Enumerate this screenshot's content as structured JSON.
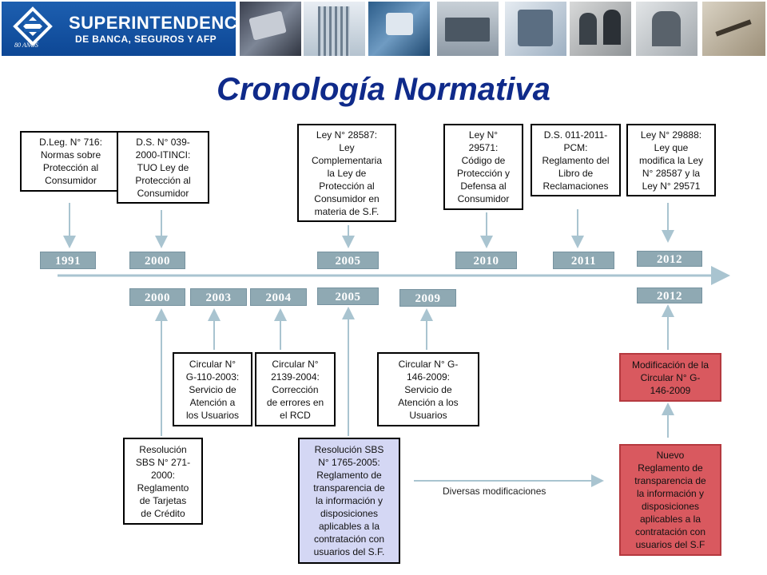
{
  "header": {
    "logo_line1": "SUPERINTENDENCIA",
    "logo_line2": "DE BANCA, SEGUROS Y AFP",
    "logo_badge": "80 AÑOS",
    "photos": [
      "tarjetas-photo",
      "edificio-photo",
      "teclado-photo",
      "oficina-photo",
      "cajero-photo",
      "reunion-photo",
      "firma-photo"
    ]
  },
  "title": "Cronología Normativa",
  "timeline": {
    "top_years": [
      "1991",
      "2000",
      "2005",
      "2010",
      "2011",
      "2012"
    ],
    "bottom_years": [
      "2000",
      "2003",
      "2004",
      "2005",
      "2009",
      "2012"
    ]
  },
  "top_boxes": [
    "D.Leg. N° 716:\nNormas sobre\nProtección al\nConsumidor",
    "D.S. N° 039-\n2000-ITINCI:\nTUO Ley de\nProtección al\nConsumidor",
    "Ley N° 28587:\nLey\nComplementaria\nla Ley de\nProtección al\nConsumidor en\nmateria de S.F.",
    "Ley N°\n29571:\nCódigo de\nProtección y\nDefensa al\nConsumidor",
    "D.S. 011-2011-\nPCM:\nReglamento del\nLibro de\nReclamaciones",
    "Ley N° 29888:\nLey que\nmodifica la Ley\nN° 28587 y la\nLey N° 29571"
  ],
  "bottom_boxes": {
    "circular_2003": "Circular N°\nG-110-2003:\nServicio de\nAtención a\nlos Usuarios",
    "circular_2004": "Circular N°\n2139-2004:\nCorrección\nde errores en\nel RCD",
    "circular_2009": "Circular N° G-\n146-2009:\nServicio de\nAtención a los\nUsuarios",
    "modificacion_2012": "Modificación de la\nCircular N° G-\n146-2009",
    "resolucion_2000": "Resolución\nSBS N° 271-\n2000:\nReglamento\nde Tarjetas\nde Crédito",
    "resolucion_2005": "Resolución SBS\nN° 1765-2005:\nReglamento de\ntransparencia de\nla información y\ndisposiciones\naplicables a la\ncontratación con\nusuarios del S.F.",
    "nuevo_reglamento": "Nuevo\nReglamento de\ntransparencia de\nla información y\ndisposiciones\naplicables a la\ncontratación con\nusuarios del S.F"
  },
  "diversas": "Diversas modificaciones",
  "colors": {
    "title": "#0f2a8a",
    "year_badge": "#8fa9b3",
    "arrow": "#a9c4d0",
    "blue_box": "#d4d7f4",
    "red_box": "#d9595f",
    "logo_bg": "#0d4795"
  }
}
